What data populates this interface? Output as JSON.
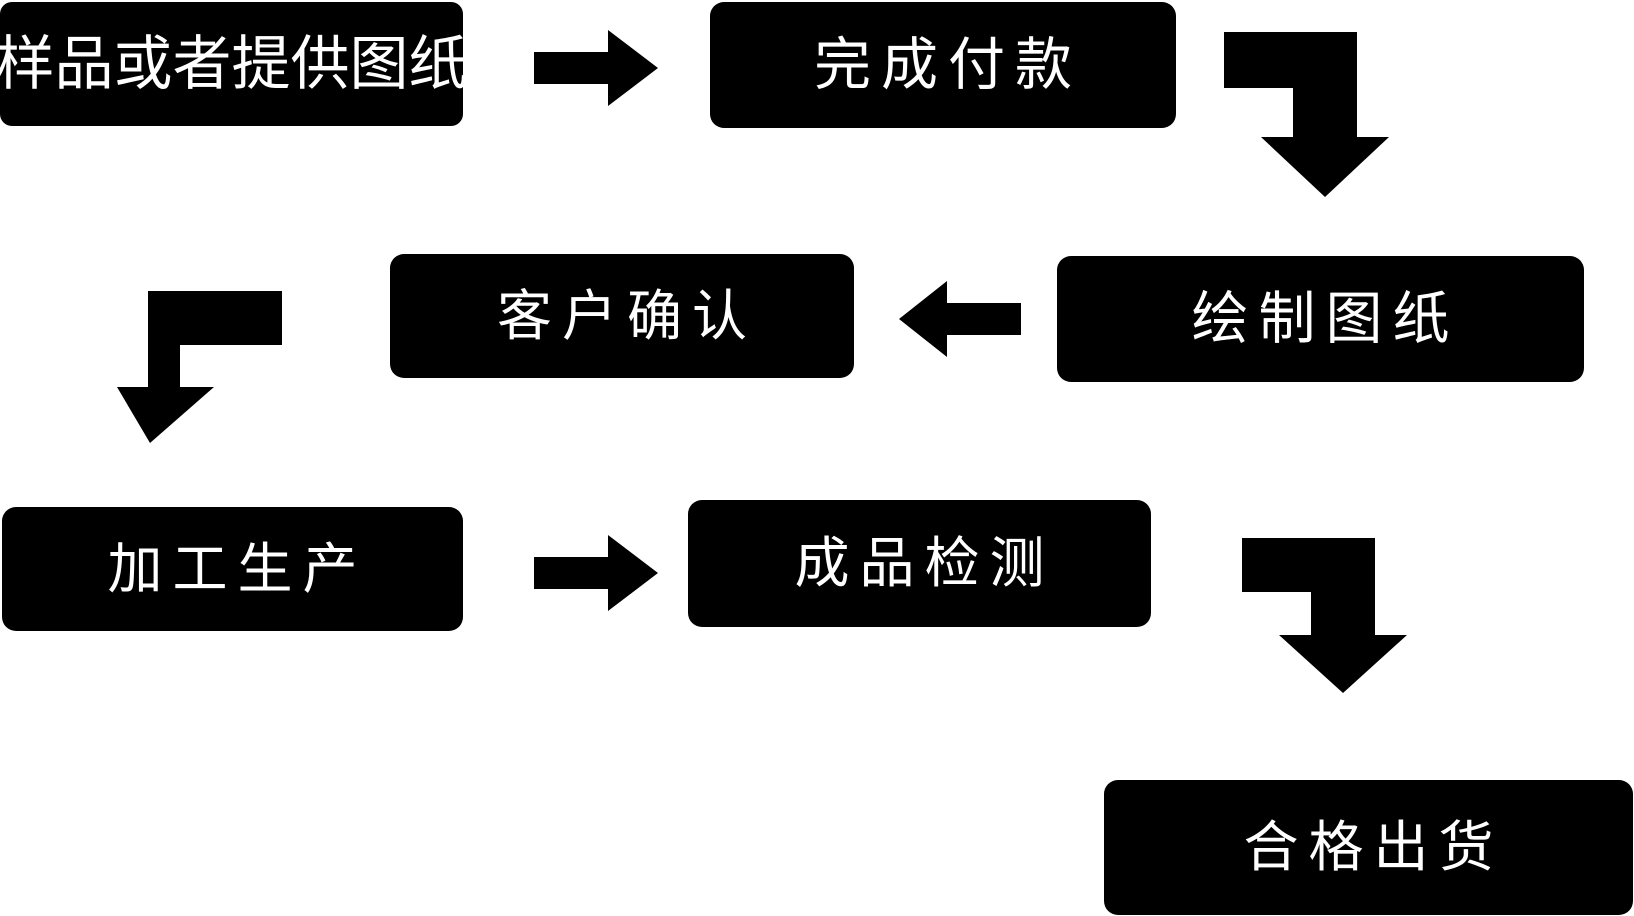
{
  "diagram": {
    "title": "",
    "background_color": "#ffffff",
    "node_fill_color": "#000000",
    "node_text_color": "#ffffff",
    "arrow_color": "#000000",
    "nodes": [
      {
        "id": "sample-or-drawing",
        "label": "样品或者提供图纸",
        "order": 1
      },
      {
        "id": "complete-payment",
        "label": "完成付款",
        "order": 2
      },
      {
        "id": "draw-drawings",
        "label": "绘制图纸",
        "order": 3
      },
      {
        "id": "customer-confirmation",
        "label": "客户确认",
        "order": 4
      },
      {
        "id": "processing-production",
        "label": "加工生产",
        "order": 5
      },
      {
        "id": "finished-inspection",
        "label": "成品检测",
        "order": 6
      },
      {
        "id": "qualified-shipment",
        "label": "合格出货",
        "order": 7
      }
    ],
    "connectors": [
      {
        "id": "c1",
        "from": "sample-or-drawing",
        "to": "complete-payment",
        "shape": "straight",
        "direction": "right"
      },
      {
        "id": "c2",
        "from": "complete-payment",
        "to": "draw-drawings",
        "shape": "elbow",
        "direction": "right-then-down"
      },
      {
        "id": "c3",
        "from": "draw-drawings",
        "to": "customer-confirmation",
        "shape": "straight",
        "direction": "left"
      },
      {
        "id": "c4",
        "from": "customer-confirmation",
        "to": "processing-production",
        "shape": "elbow",
        "direction": "left-then-down"
      },
      {
        "id": "c5",
        "from": "processing-production",
        "to": "finished-inspection",
        "shape": "straight",
        "direction": "right"
      },
      {
        "id": "c6",
        "from": "finished-inspection",
        "to": "qualified-shipment",
        "shape": "elbow",
        "direction": "right-then-down"
      }
    ]
  }
}
